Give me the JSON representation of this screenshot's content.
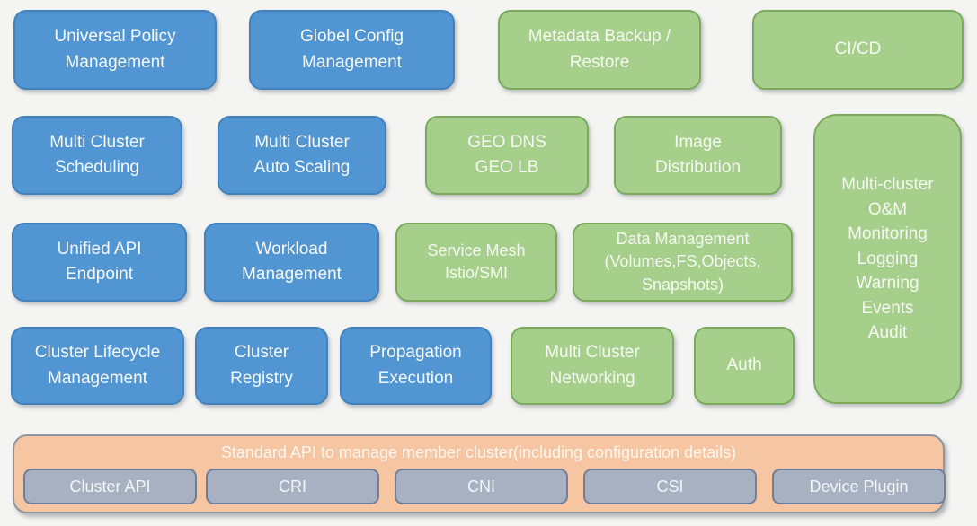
{
  "colors": {
    "blue_fill": "#5295D3",
    "blue_border": "#4381BC",
    "green_fill": "#A7CF8C",
    "green_border": "#7BAA5D",
    "orange_fill": "#F6C6A2",
    "orange_border": "#8B95A4",
    "gray_fill": "#A7B1C2",
    "gray_border": "#717E95",
    "label_text": "#F5F8F2",
    "background": "#F4F4F2"
  },
  "feature_boxes": {
    "row1": [
      {
        "label": "Universal Policy\nManagement",
        "type": "blue"
      },
      {
        "label": "Globel Config\nManagement",
        "type": "blue"
      },
      {
        "label": "Metadata Backup /\nRestore",
        "type": "green"
      },
      {
        "label": "CI/CD",
        "type": "green"
      }
    ],
    "row2": [
      {
        "label": "Multi Cluster\nScheduling",
        "type": "blue"
      },
      {
        "label": "Multi Cluster\nAuto Scaling",
        "type": "blue"
      },
      {
        "label": "GEO DNS\nGEO LB",
        "type": "green"
      },
      {
        "label": "Image\nDistribution",
        "type": "green"
      }
    ],
    "row3": [
      {
        "label": "Unified API\nEndpoint",
        "type": "blue"
      },
      {
        "label": "Workload\nManagement",
        "type": "blue"
      },
      {
        "label": "Service Mesh\nIstio/SMI",
        "type": "green"
      },
      {
        "label": "Data Management\n(Volumes,FS,Objects,\nSnapshots)",
        "type": "green"
      }
    ],
    "row4": [
      {
        "label": "Cluster Lifecycle\nManagement",
        "type": "blue"
      },
      {
        "label": "Cluster\nRegistry",
        "type": "blue"
      },
      {
        "label": "Propagation\nExecution",
        "type": "blue"
      },
      {
        "label": "Multi Cluster\nNetworking",
        "type": "green"
      },
      {
        "label": "Auth",
        "type": "green"
      }
    ],
    "side": {
      "label": "Multi-cluster\nO&M\nMonitoring\nLogging\nWarning\nEvents\nAudit",
      "type": "green"
    }
  },
  "bottom_bar": {
    "title": "Standard API to manage member cluster(including configuration details)",
    "items": [
      {
        "label": "Cluster API"
      },
      {
        "label": "CRI"
      },
      {
        "label": "CNI"
      },
      {
        "label": "CSI"
      },
      {
        "label": "Device Plugin"
      }
    ]
  }
}
